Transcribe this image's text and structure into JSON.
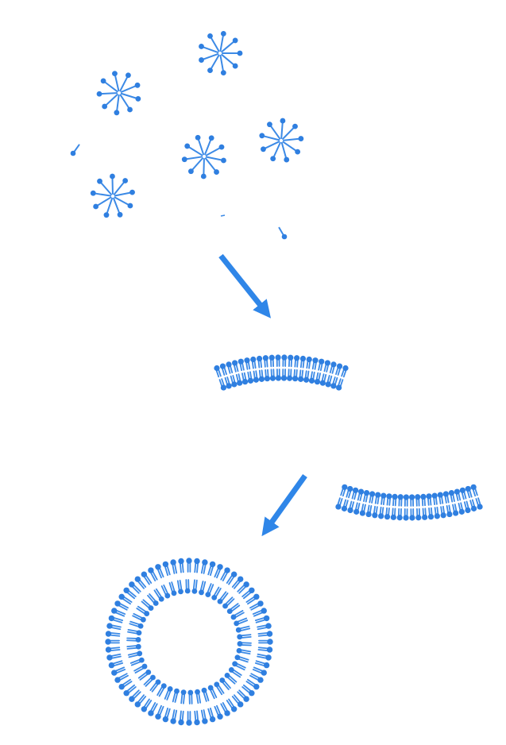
{
  "diagram": {
    "stages": [
      {
        "name": "micelles",
        "count": 5
      },
      {
        "name": "free-lipids",
        "count": 3
      },
      {
        "name": "bilayer-fragments",
        "count": 2
      },
      {
        "name": "vesicle",
        "count": 1
      }
    ],
    "arrows": [
      {
        "from": "micelles",
        "to": "bilayer-fragments"
      },
      {
        "from": "bilayer-fragments",
        "to": "vesicle"
      }
    ]
  },
  "colors": {
    "lipid_head": "#2f7fe0",
    "lipid_tail": "#3c8ae6",
    "arrow": "#2f86e8",
    "background": "#ffffff"
  }
}
